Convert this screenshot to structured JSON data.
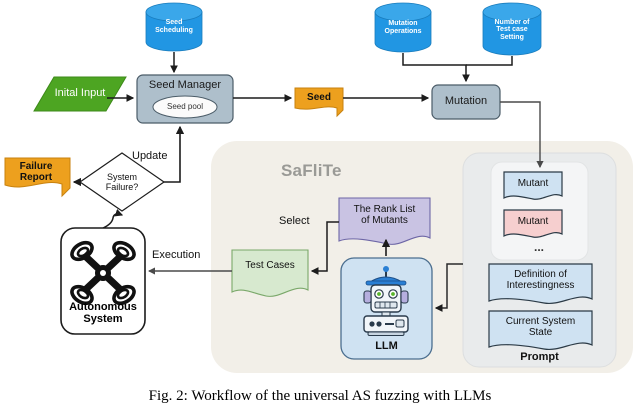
{
  "figure": {
    "caption": "Fig. 2: Workflow of the universal AS fuzzing with LLMs",
    "panel_title": "SaFliTe",
    "prompt_label": "Prompt"
  },
  "colors": {
    "database_fill": "#2196e3",
    "database_top": "#3aa7ea",
    "input_fill": "#4da522",
    "process_fill": "#aebfcb",
    "banner_fill": "#eda01e",
    "panel_fill": "#f2efe8",
    "prompt_panel_fill": "#e9ebec",
    "mutant_group_fill": "#f4f5f6",
    "doc_blue_fill": "#cfe2f2",
    "doc_pink_fill": "#f6cfcf",
    "doc_green_fill": "#d7e9cf",
    "doc_purple_fill": "#c9c3e3",
    "llm_fill": "#cfe2f2",
    "stroke": "#3a3a3a",
    "text_dark": "#111111",
    "panel_title_color": "#9a9a96"
  },
  "databases": [
    {
      "id": "seed-scheduling",
      "lines": [
        "Seed",
        "Scheduling"
      ]
    },
    {
      "id": "mutation-operations",
      "lines": [
        "Mutation",
        "Operations"
      ]
    },
    {
      "id": "number-of-test-case-setting",
      "lines": [
        "Number of",
        "Test case",
        "Setting"
      ]
    }
  ],
  "nodes": {
    "initial_input": "Inital Input",
    "seed_manager": "Seed Manager",
    "seed_pool": "Seed pool",
    "seed": "Seed",
    "mutation": "Mutation",
    "system_failure": [
      "System",
      "Failure?"
    ],
    "failure_report": [
      "Failure",
      "Report"
    ],
    "autonomous_system": [
      "Autonomous",
      "System"
    ],
    "test_cases": "Test Cases",
    "rank_list": [
      "The Rank List",
      "of Mutants"
    ],
    "llm": "LLM"
  },
  "prompt_items": [
    {
      "id": "mutant-blue",
      "label": "Mutant",
      "fill": "#cfe2f2"
    },
    {
      "id": "mutant-pink",
      "label": "Mutant",
      "fill": "#f6cfcf"
    },
    {
      "id": "mutant-ellipsis",
      "label": "...",
      "fill": "none"
    },
    {
      "id": "definition-of-interestingness",
      "label": "Definition of\nInterestingness",
      "fill": "#cfe2f2"
    },
    {
      "id": "current-system-state",
      "label": "Current System\nState",
      "fill": "#cfe2f2"
    }
  ],
  "prompt_docs": {
    "definition": [
      "Definition of",
      "Interestingness"
    ],
    "current_state": [
      "Current System",
      "State"
    ],
    "ellipsis": "..."
  },
  "edge_labels": {
    "update": "Update",
    "execution": "Execution",
    "select": "Select"
  }
}
